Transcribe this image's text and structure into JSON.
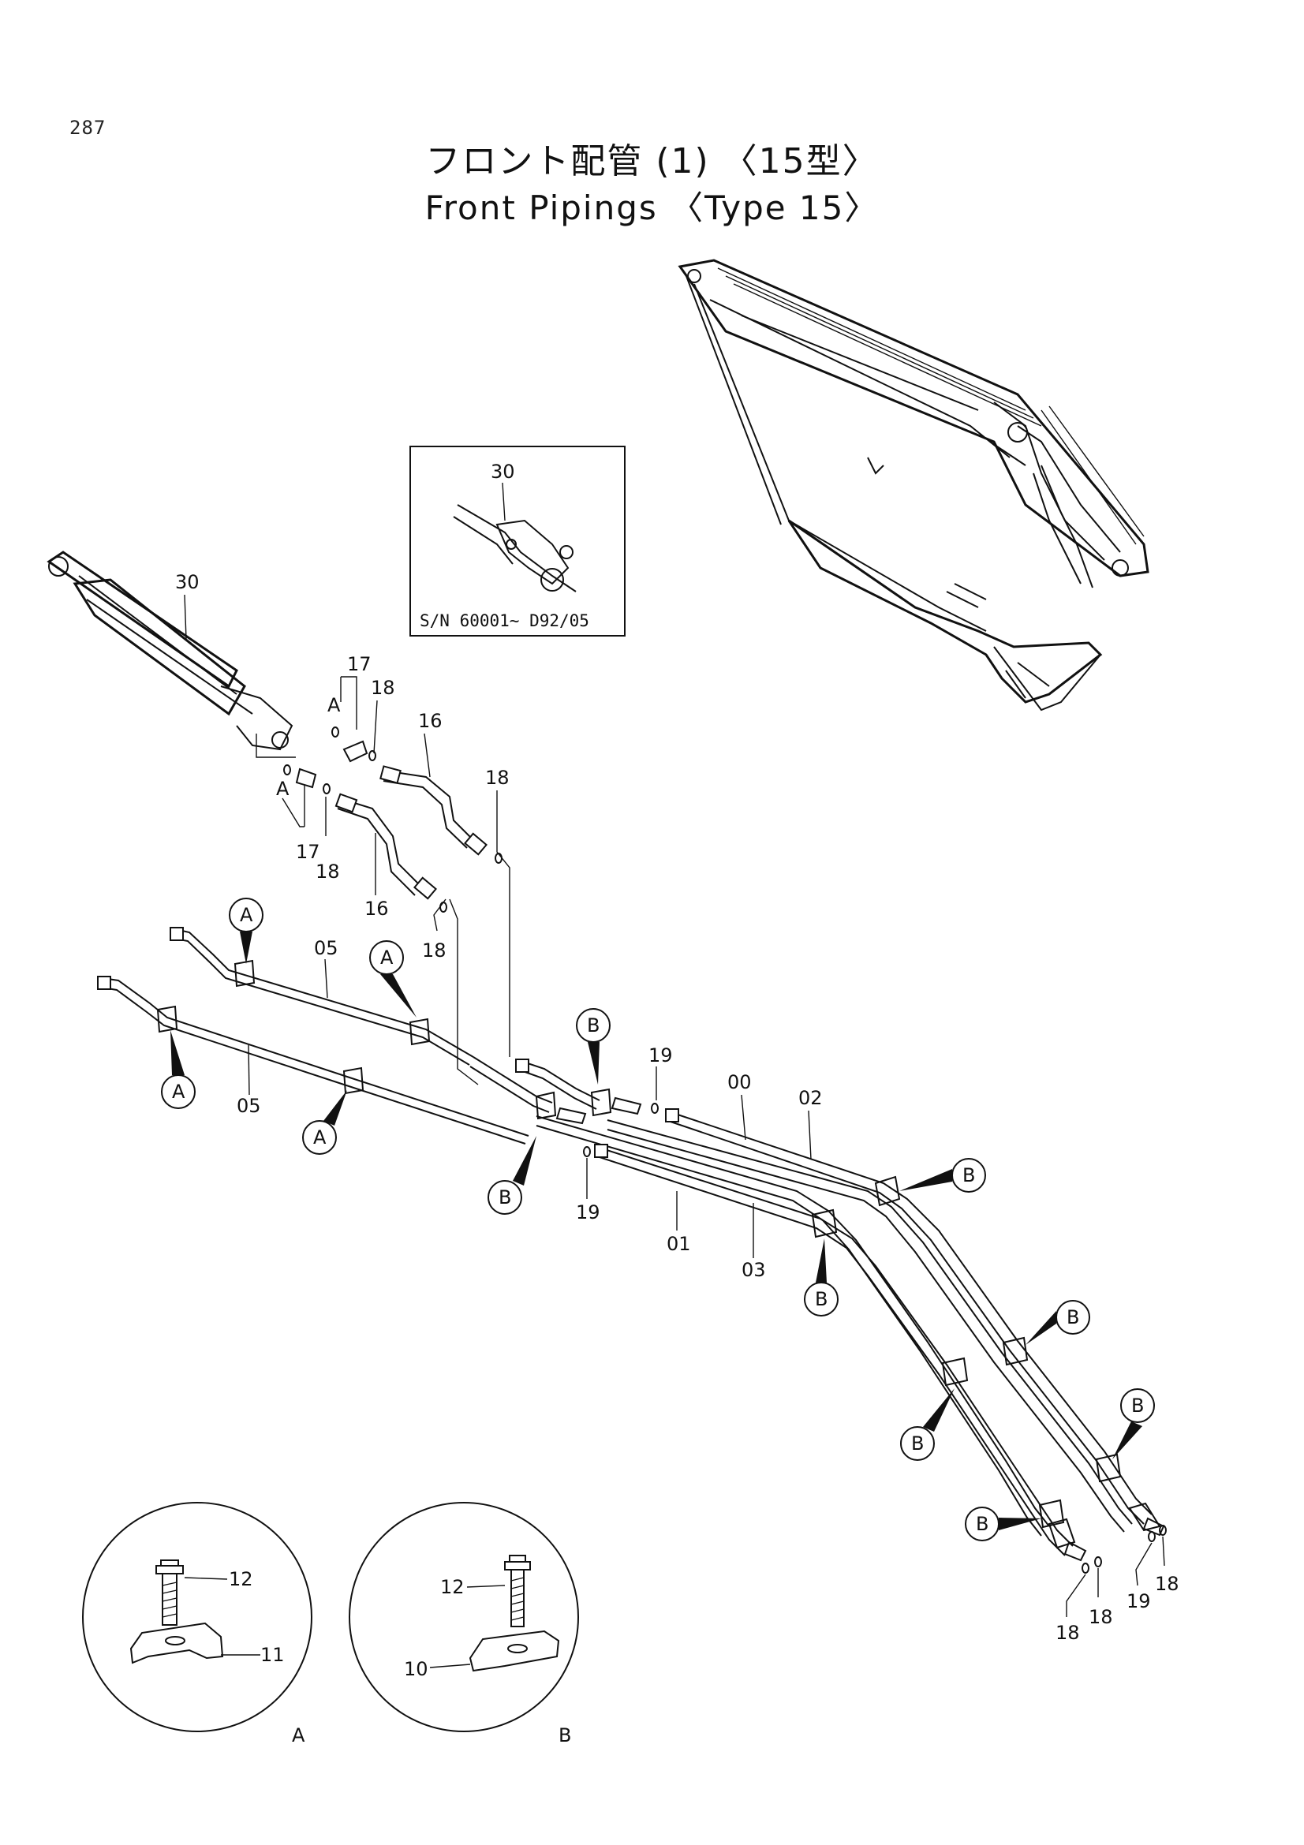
{
  "page_number": "287",
  "title_jp": "フロント配管 (1) 〈15型〉",
  "title_en": "Front Pipings 〈Type 15〉",
  "inset": {
    "part_label": "30",
    "serial_note": "S/N 60001~ D92/05"
  },
  "labels": {
    "cylinder_30": "30",
    "p17_top": "17",
    "p18_top": "18",
    "p16_top": "16",
    "p18_right": "18",
    "p17_bottom": "17",
    "p18_bottom": "18",
    "p16_bottom": "16",
    "p18_mid": "18",
    "pipe05_upper": "05",
    "pipe05_lower": "05",
    "p19_upper": "19",
    "p19_lower": "19",
    "pipe00": "00",
    "pipe02": "02",
    "pipe01": "01",
    "pipe03": "03",
    "end18_a": "18",
    "end18_b": "18",
    "end19": "19",
    "end18_c": "18",
    "a_small_top": "A",
    "a_small_bottom": "A"
  },
  "callouts": {
    "a": "A",
    "b": "B"
  },
  "detail_a": {
    "bolt": "12",
    "clamp": "11",
    "caption": "A"
  },
  "detail_b": {
    "bolt": "12",
    "clamp": "10",
    "caption": "B"
  }
}
